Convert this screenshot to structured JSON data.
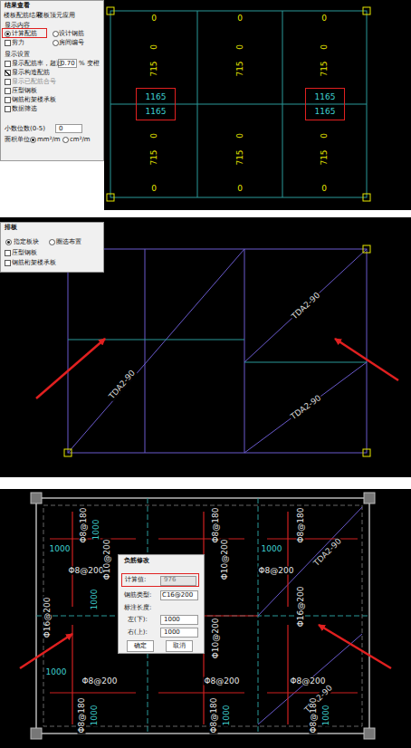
{
  "diagram": {
    "nodes": [
      {
        "text": [
          "结果查看",
          "楼板配筋结果",
          "楼板顶元应用",
          "显示内容",
          "设计钢筋",
          "剪力",
          "房间编号",
          "显示设置",
          "显示配筋率，超过",
          "0.70",
          "% 变橙",
          "显示构造配筋",
          "显示已配筋合号",
          "压型钢板",
          "钢筋桁架楼承板",
          "数据筛选",
          "小数位数(0-5)",
          "0",
          "面积单位",
          "mm²/m",
          "cm²/m"
        ]
      },
      {
        "text": [
          "计算配筋"
        ],
        "in": 0
      },
      {
        "text": [
          "1165",
          "1165"
        ]
      },
      {
        "text": [
          "1165",
          "1165"
        ]
      },
      {
        "text": [
          "排板",
          "指定板块",
          "圈选布置",
          "压型钢板",
          "钢筋桁架楼承板"
        ]
      },
      {
        "text": [
          "负筋修改",
          "钢筋类型:",
          "C16@200",
          "标注长度:",
          "左(下):",
          "1000",
          "右(上):",
          "1000",
          "确定",
          "取消"
        ]
      },
      {
        "text": [
          "计算值:",
          "976"
        ],
        "in": 5
      }
    ],
    "labels": [
      "0",
      "0",
      "0",
      "0",
      "715",
      "0",
      "715",
      "0",
      "715",
      "0",
      "715",
      "0",
      "715",
      "0",
      "715",
      "0",
      "0",
      "0",
      "TDA2-90",
      "TDA2-90",
      "TDA2-90",
      "Φ8@180",
      "1000",
      "Φ10@200",
      "Φ8@180",
      "Φ10@200",
      "Φ8@180",
      "1000",
      "1000",
      "Φ8@200",
      "Φ8@200",
      "1000",
      "Φ16@200",
      "Φ16@200",
      "Φ10@200",
      "1000",
      "Φ8@200",
      "Φ8@200",
      "Φ8@200",
      "Φ8@180",
      "1000",
      "Φ8@180",
      "1000",
      "Φ8@180",
      "1000",
      "TDA2-90",
      "TDA2-90"
    ]
  }
}
